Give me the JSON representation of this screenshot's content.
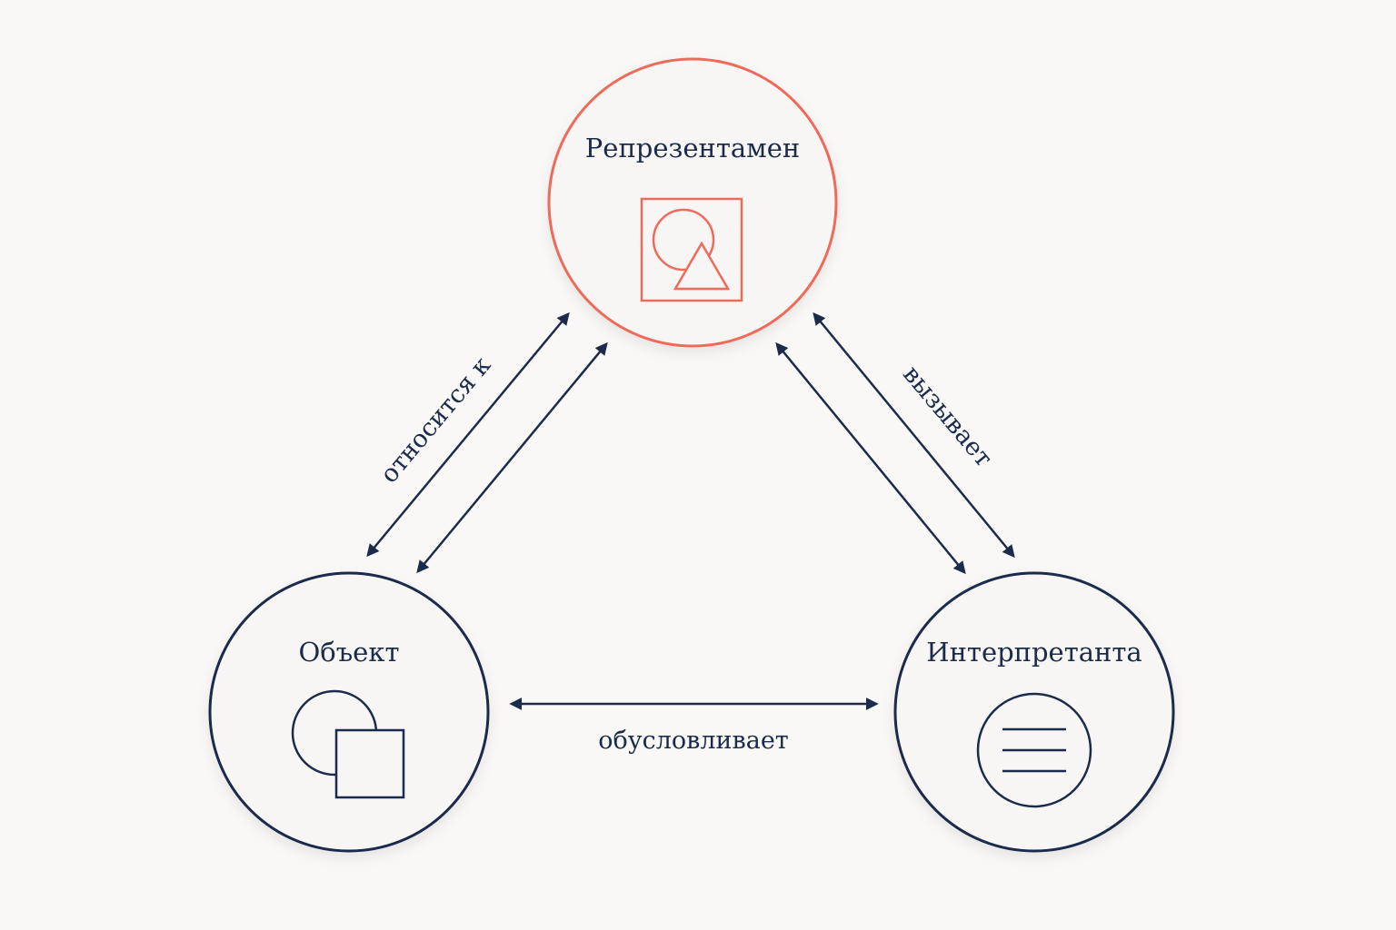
{
  "nodes": {
    "representamen": {
      "title": "Репрезентамен",
      "icon": "square-circle-triangle-icon",
      "color": "#ee6b5a"
    },
    "object": {
      "title": "Объект",
      "icon": "circle-square-icon",
      "color": "#1b2b4b"
    },
    "interpretant": {
      "title": "Интерпретанта",
      "icon": "circle-lines-icon",
      "color": "#1b2b4b"
    }
  },
  "edges": {
    "left": {
      "label": "относится к"
    },
    "right": {
      "label": "вызывает"
    },
    "bottom": {
      "label": "обусловливает"
    }
  },
  "colors": {
    "background": "#faf8f6",
    "ink": "#1b2b4b",
    "accent": "#ee6b5a"
  }
}
